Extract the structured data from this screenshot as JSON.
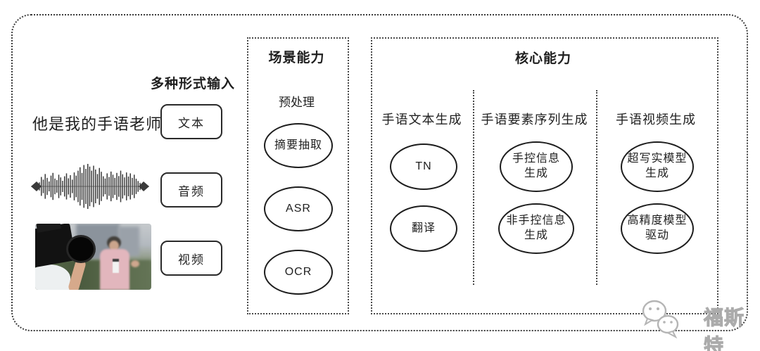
{
  "colors": {
    "ink": "#1f1f1f",
    "border": "#3d3d3d",
    "watermark": "#c2c2c2"
  },
  "input_section": {
    "title": "多种形式输入",
    "sample_text": "他是我的手语老师",
    "items": [
      {
        "label": "文本"
      },
      {
        "label": "音频"
      },
      {
        "label": "视频"
      }
    ]
  },
  "scene_box": {
    "title": "场景能力",
    "subtitle": "预处理",
    "nodes": [
      "摘要抽取",
      "ASR",
      "OCR"
    ]
  },
  "core_box": {
    "title": "核心能力",
    "columns": [
      {
        "header": "手语文本生成",
        "nodes": [
          "TN",
          "翻译"
        ]
      },
      {
        "header": "手语要素序列生成",
        "nodes": [
          "手控信息\n生成",
          "非手控信息\n生成"
        ]
      },
      {
        "header": "手语视频生成",
        "nodes": [
          "超写实模型\n生成",
          "高精度模型\n驱动"
        ]
      }
    ]
  },
  "watermark": {
    "text": "福斯特"
  },
  "waveform": {
    "amplitudes": [
      0.18,
      0.42,
      0.3,
      0.55,
      0.38,
      0.22,
      0.48,
      0.6,
      0.35,
      0.28,
      0.52,
      0.4,
      0.25,
      0.45,
      0.58,
      0.36,
      0.5,
      0.3,
      0.62,
      0.48,
      0.7,
      0.85,
      0.6,
      0.95,
      0.78,
      1.0,
      0.88,
      0.7,
      0.92,
      0.75,
      0.55,
      0.82,
      0.65,
      0.45,
      0.35,
      0.58,
      0.42,
      0.66,
      0.52,
      0.38,
      0.6,
      0.46,
      0.7,
      0.54,
      0.4,
      0.62,
      0.44,
      0.58,
      0.38,
      0.52,
      0.34,
      0.24,
      0.16
    ]
  }
}
